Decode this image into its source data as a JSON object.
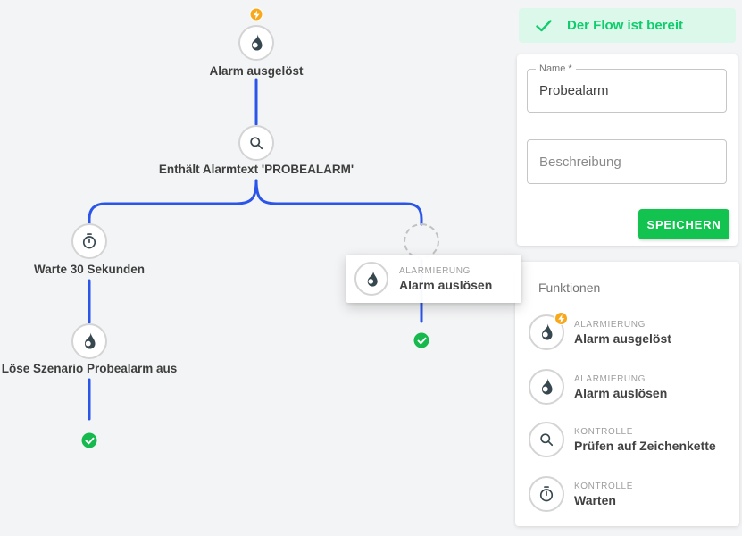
{
  "colors": {
    "connector_blue": "#2b55e8",
    "success_green": "#16b94d",
    "banner_green": "#0fcd6d",
    "banner_bg": "#dcf8ea",
    "button_green": "#13c350",
    "badge_orange": "#f7a81b",
    "icon_dark": "#37474f"
  },
  "canvas": {
    "nodes": {
      "trigger": {
        "label": "Alarm ausgelöst",
        "icon": "flame-icon",
        "badge": "lightning"
      },
      "condition": {
        "label": "Enthält Alarmtext 'PROBEALARM'",
        "icon": "search-icon"
      },
      "wait": {
        "label": "Warte 30 Sekunden",
        "icon": "timer-icon"
      },
      "scenario": {
        "label": "Löse Szenario Probealarm aus",
        "icon": "flame-icon"
      }
    },
    "drag_card": {
      "category": "ALARMIERUNG",
      "title": "Alarm auslösen",
      "icon": "flame-icon"
    }
  },
  "status_banner": {
    "text": "Der Flow ist bereit",
    "icon": "check-icon"
  },
  "form": {
    "name_field": {
      "label": "Name *",
      "value": "Probealarm"
    },
    "description_field": {
      "placeholder": "Beschreibung"
    },
    "save_button": "SPEICHERN"
  },
  "functions_panel": {
    "title": "Funktionen",
    "items": [
      {
        "category": "ALARMIERUNG",
        "title": "Alarm ausgelöst",
        "icon": "flame-icon",
        "badge": "lightning"
      },
      {
        "category": "ALARMIERUNG",
        "title": "Alarm auslösen",
        "icon": "flame-icon"
      },
      {
        "category": "KONTROLLE",
        "title": "Prüfen auf Zeichenkette",
        "icon": "search-icon"
      },
      {
        "category": "KONTROLLE",
        "title": "Warten",
        "icon": "timer-icon"
      }
    ]
  }
}
